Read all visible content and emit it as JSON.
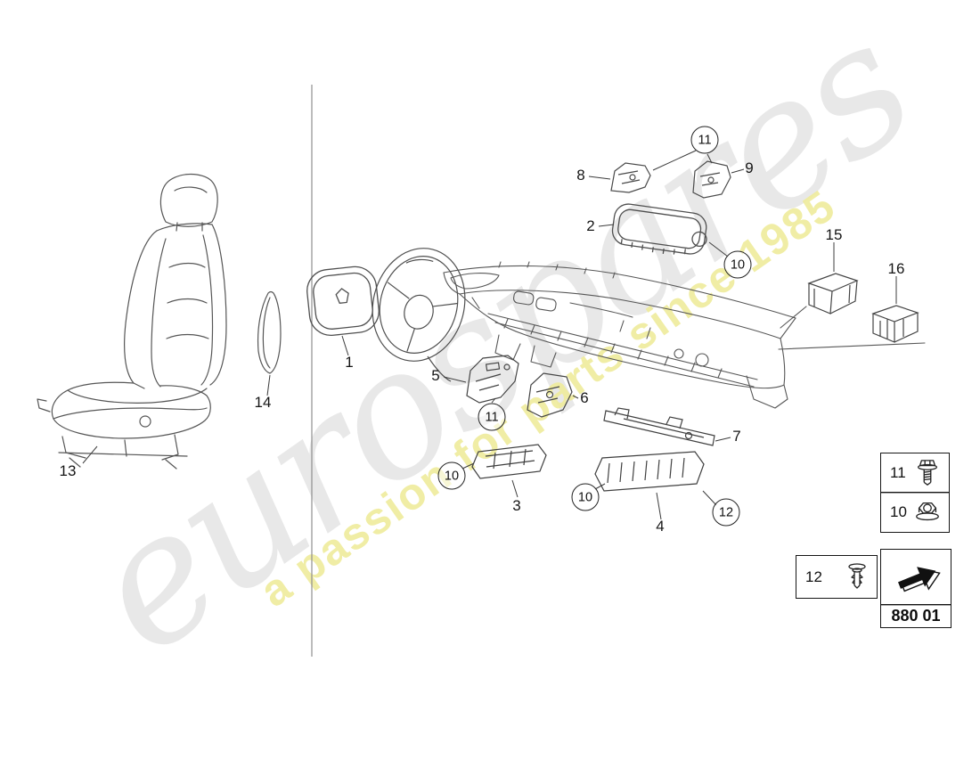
{
  "watermark": {
    "brand": "eurospares",
    "tagline": "a passion for parts since 1985"
  },
  "callouts": {
    "part1": "1",
    "part2": "2",
    "part3": "3",
    "part4": "4",
    "part5": "5",
    "part6": "6",
    "part7": "7",
    "part8": "8",
    "part9": "9",
    "part13": "13",
    "part14": "14",
    "part15": "15",
    "part16": "16"
  },
  "fasteners": {
    "bolt_top": "11",
    "nut_airbag": "10",
    "bolt_mid": "11",
    "nut_left": "10",
    "nut_bottom": "10",
    "clip_right": "12"
  },
  "legend": {
    "bolt": "11",
    "nut": "10",
    "clip": "12",
    "page_code": "880 01"
  },
  "colors": {
    "watermark_brand": "#e8e8e8",
    "watermark_tagline": "#efec9c",
    "line_art": "#4f4f4f",
    "legend_border": "#151515"
  }
}
